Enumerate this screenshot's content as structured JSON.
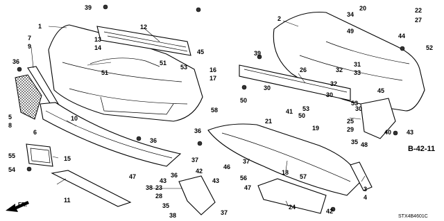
{
  "diagram": {
    "reference": "B-42-11",
    "catalog_code": "STX4B4601C",
    "direction_label": "FR.",
    "callouts": [
      "1",
      "2",
      "3",
      "4",
      "5",
      "6",
      "7",
      "8",
      "9",
      "10",
      "11",
      "12",
      "13",
      "14",
      "15",
      "16",
      "17",
      "18",
      "19",
      "20",
      "21",
      "22",
      "23",
      "24",
      "25",
      "26",
      "27",
      "28",
      "29",
      "30",
      "30",
      "30",
      "31",
      "32",
      "32",
      "33",
      "34",
      "35",
      "35",
      "36",
      "36",
      "36",
      "36",
      "37",
      "37",
      "37",
      "38",
      "38",
      "39",
      "39",
      "40",
      "41",
      "42",
      "42",
      "43",
      "43",
      "43",
      "44",
      "45",
      "45",
      "46",
      "47",
      "47",
      "48",
      "49",
      "50",
      "50",
      "51",
      "51",
      "52",
      "53",
      "53",
      "53",
      "54",
      "55",
      "56",
      "57",
      "58"
    ]
  }
}
